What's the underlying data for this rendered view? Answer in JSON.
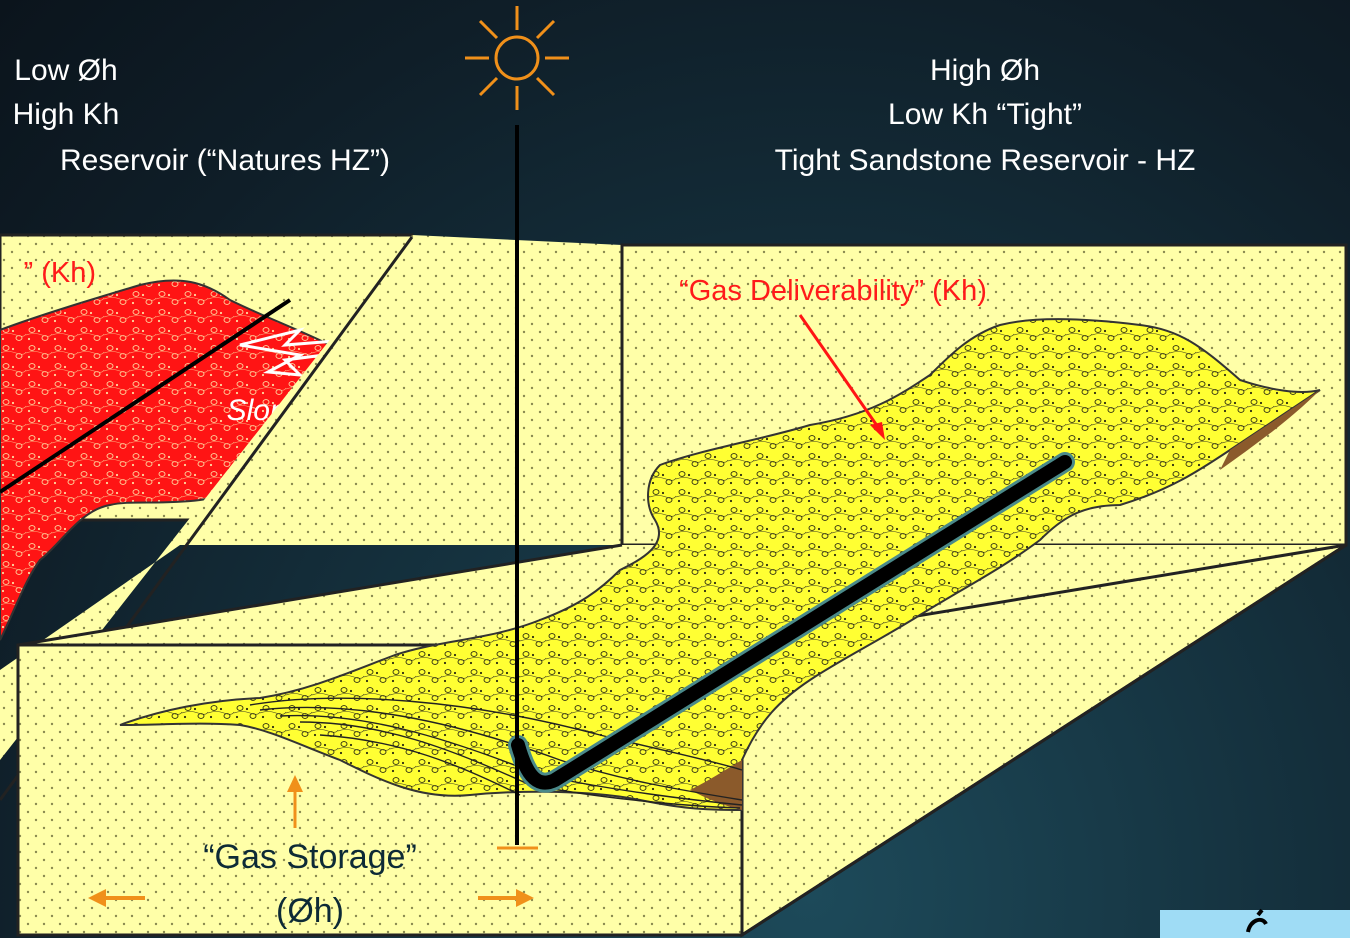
{
  "left_header": {
    "line1": "Low Øh",
    "line2": "High Kh",
    "line3": "Reservoir (“Natures HZ”)"
  },
  "right_header": {
    "line1": "High Øh",
    "line2": "Low Kh “Tight”",
    "line3": "Tight Sandstone Reservoir - HZ"
  },
  "left_block": {
    "deliverability_label": "” (Kh)",
    "slope_label": "Slope"
  },
  "right_block": {
    "deliverability_label": "“Gas Deliverability” (Kh)",
    "storage_label": "“Gas Storage”",
    "storage_unit": "(Øh)"
  },
  "icons": [
    "sun-icon"
  ],
  "colors": {
    "background": "#0f1e28",
    "block_fill": "#ffffa8",
    "sand_body": "#ffff33",
    "conventional_body": "#ff1414",
    "label_red": "#ff1a1a",
    "arrow_orange": "#f0901a",
    "wellbore": "#000000"
  }
}
